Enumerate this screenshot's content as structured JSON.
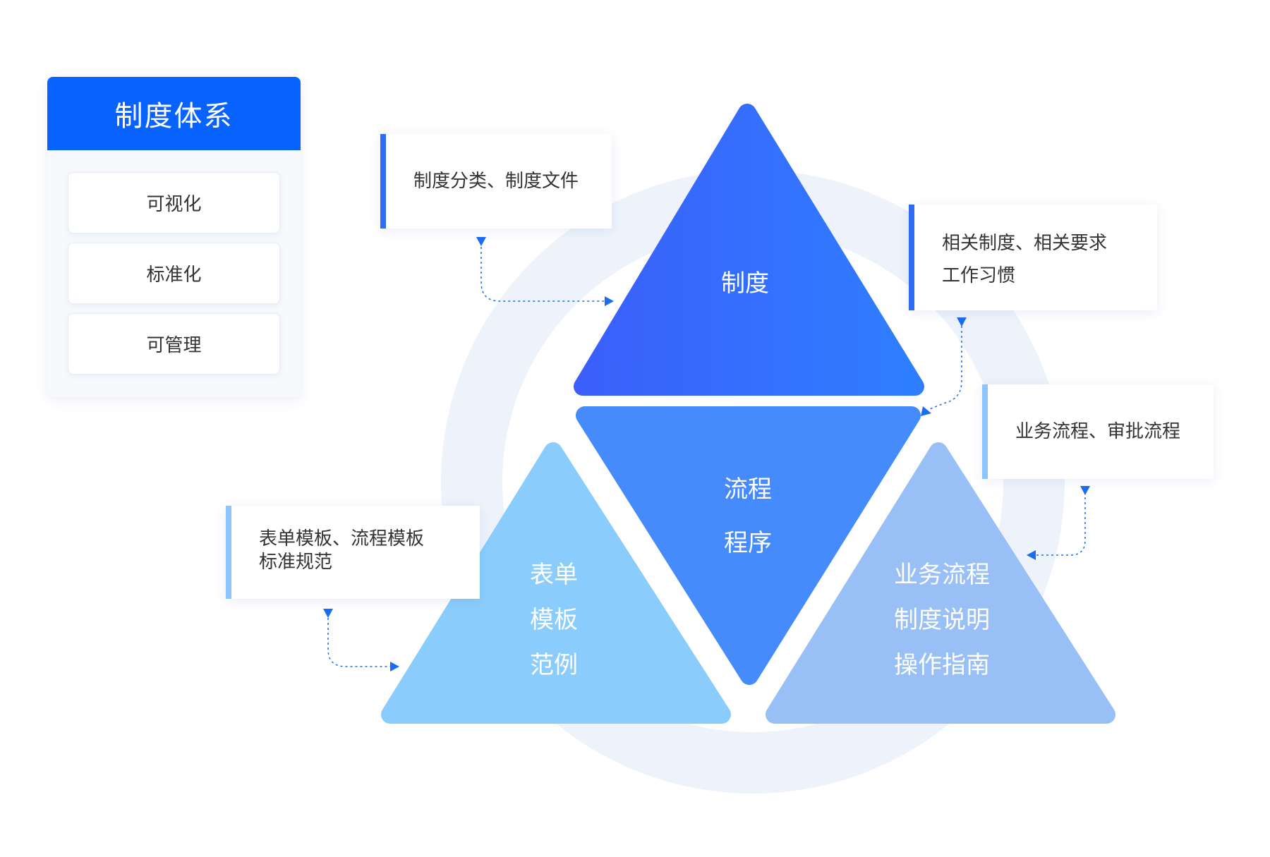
{
  "system_panel": {
    "title": "制度体系",
    "items": [
      {
        "label": "可视化"
      },
      {
        "label": "标准化"
      },
      {
        "label": "可管理"
      }
    ]
  },
  "triangles": {
    "top": {
      "lines": [
        "制度"
      ]
    },
    "middle": {
      "lines": [
        "流程",
        "程序"
      ]
    },
    "bottom_left": {
      "lines": [
        "表单",
        "模板",
        "范例"
      ]
    },
    "bottom_right": {
      "lines": [
        "业务流程",
        "制度说明",
        "操作指南"
      ]
    }
  },
  "callouts": {
    "top": {
      "lines": [
        "制度分类、制度文件"
      ]
    },
    "right_upper": {
      "lines": [
        "相关制度、相关要求",
        "工作习惯"
      ]
    },
    "right_lower": {
      "lines": [
        "业务流程、审批流程"
      ]
    },
    "left": {
      "lines": [
        "表单模板、流程模板",
        "标准规范"
      ]
    }
  },
  "colors": {
    "primary": "#0862fe",
    "arrow": "#1a6cf0",
    "triangle_top": [
      "#3a5ffb",
      "#2f7eff"
    ],
    "triangle_middle": "#468bfb",
    "triangle_left": "#8acdfd",
    "triangle_right": "#98c0f6",
    "callout_bar_dark": "#2f6cf6",
    "callout_bar_light": "#8cc4fb",
    "ring": "#eef3fb",
    "text": "#333333"
  }
}
